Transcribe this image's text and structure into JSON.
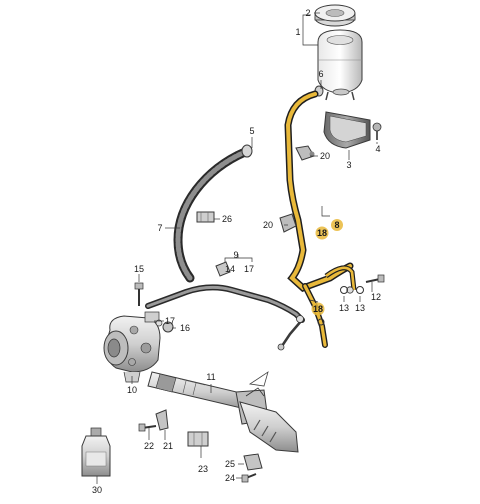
{
  "diagram": {
    "highlight_color": "#e9b93a",
    "labels": {
      "p1": "1",
      "p2": "2",
      "p3": "3",
      "p4": "4",
      "p5": "5",
      "p6": "6",
      "p7": "7",
      "p8": "8",
      "p9": "9",
      "p10": "10",
      "p11": "11",
      "p12": "12",
      "p13a": "13",
      "p13b": "13",
      "p14": "14",
      "p15": "15",
      "p16": "16",
      "p17a": "17",
      "p17b": "17",
      "p18a": "18",
      "p18b": "18",
      "p20a": "20",
      "p20b": "20",
      "p21": "21",
      "p22": "22",
      "p23": "23",
      "p24": "24",
      "p25": "25",
      "p26": "26",
      "p30": "30"
    }
  }
}
